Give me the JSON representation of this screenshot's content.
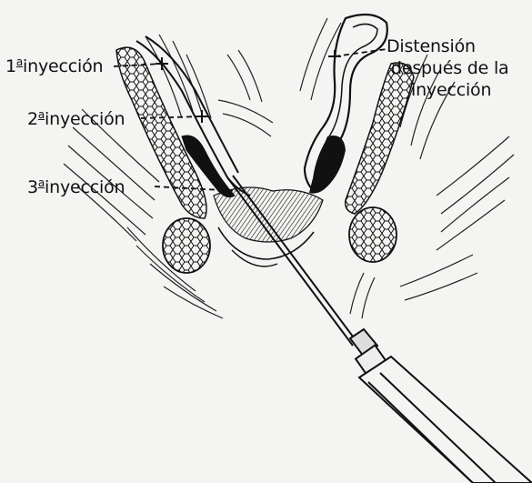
{
  "labels": {
    "first_num": "1",
    "first_sup": "a",
    "first_text": "inyección",
    "second_num": "2",
    "second_sup": "a",
    "second_text": "inyección",
    "third_num": "3",
    "third_sup": "a",
    "third_text": "inyección",
    "distension_line1": "Distensión",
    "distension_line2": "después de la",
    "distension_line3": "inyección"
  },
  "colors": {
    "ink": "#111111",
    "paper": "#f4f4f2"
  }
}
